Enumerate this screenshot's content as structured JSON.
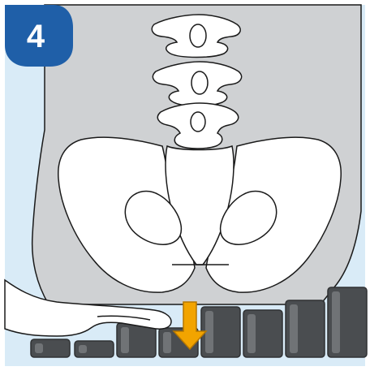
{
  "step": {
    "number": "4"
  },
  "colors": {
    "frame_bg": "#d9ebf7",
    "badge": "#1f5fa8",
    "badge_text": "#ffffff",
    "body": "#cfd1d3",
    "bone": "#ffffff",
    "outline": "#1a1a1a",
    "key": "#4a4d50",
    "key_dark": "#2f3133",
    "key_light": "#8a8d90",
    "arrow": "#f2a400",
    "arrow_outline": "#b57700"
  },
  "icons": {
    "arrow": "down-arrow-icon",
    "hand": "hand-icon"
  },
  "keys": {
    "pressed_index": 3,
    "count": 8
  }
}
